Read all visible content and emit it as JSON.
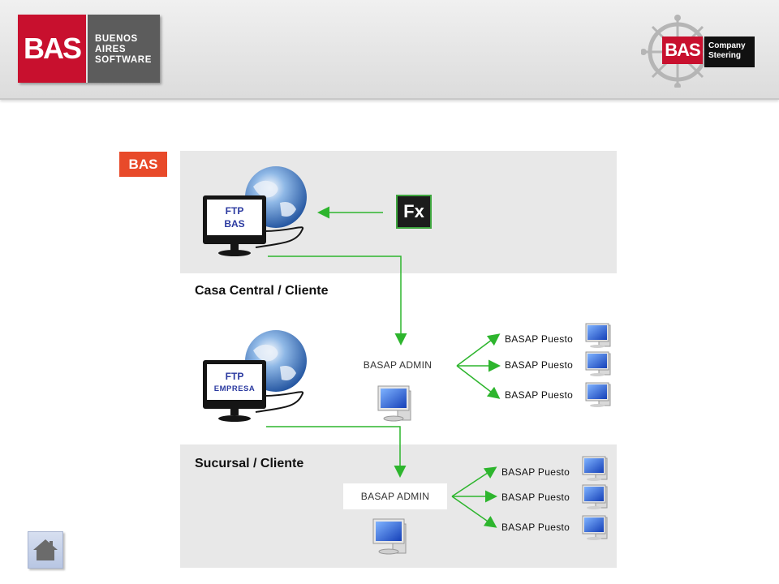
{
  "header": {
    "logo_left": {
      "mark": "BAS",
      "line1": "BUENOS",
      "line2": "AIRES",
      "line3": "SOFTWARE"
    },
    "logo_right": {
      "mark": "BAS",
      "line1": "Company",
      "line2": "Steering"
    }
  },
  "diagram": {
    "bas_tag": "BAS",
    "ftp_bas": {
      "line1": "FTP",
      "line2": "BAS"
    },
    "fx_icon": "Fx",
    "casa_central_title": "Casa Central / Cliente",
    "ftp_empresa": {
      "line1": "FTP",
      "line2": "EMPRESA"
    },
    "sucursal_title": "Sucursal / Cliente",
    "admin_top": "BASAP ADMIN",
    "admin_bottom": "BASAP ADMIN",
    "puestos_top": [
      "BASAP Puesto",
      "BASAP Puesto",
      "BASAP Puesto"
    ],
    "puestos_bottom": [
      "BASAP Puesto",
      "BASAP Puesto",
      "BASAP Puesto"
    ]
  },
  "colors": {
    "brand_red": "#c8102e",
    "accent_orange": "#e84a2a",
    "arrow_green": "#2db52d",
    "ftp_text": "#2b3aa0"
  },
  "icons": [
    "globe-icon",
    "monitor-icon",
    "fx-icon",
    "computer-icon",
    "home-icon",
    "steering-wheel-icon"
  ]
}
